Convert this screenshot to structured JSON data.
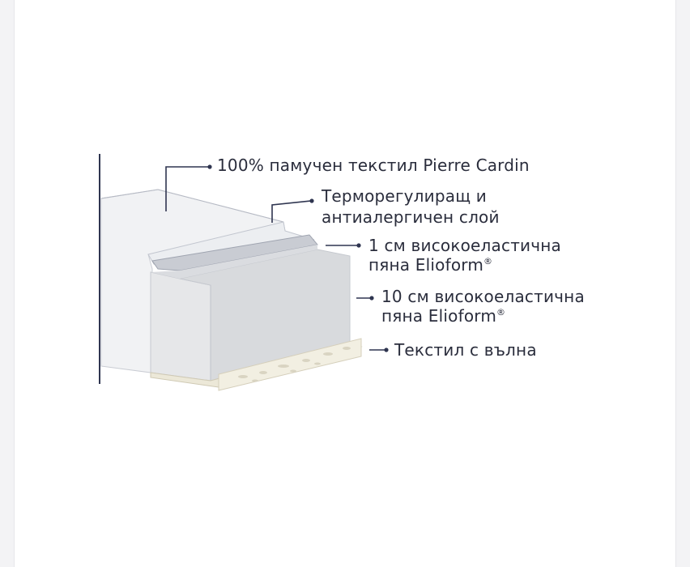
{
  "diagram": {
    "layers": [
      {
        "id": "cotton-textile",
        "lines": [
          "100% памучен текстил Pierre Cardin"
        ],
        "icon": "arrow-right"
      },
      {
        "id": "thermo-layer",
        "lines": [
          "Терморегулиращ и",
          "антиалергичен слой"
        ],
        "icon": "arrow-right"
      },
      {
        "id": "foam-1cm",
        "lines": [
          "1 см високоеластична",
          "пяна Elioform"
        ],
        "trademark": "®",
        "icon": "arrow-right"
      },
      {
        "id": "foam-10cm",
        "lines": [
          "10 см високоеластична",
          "пяна Elioform"
        ],
        "trademark": "®",
        "icon": "arrow-right"
      },
      {
        "id": "wool-textile",
        "lines": [
          "Текстил с вълна"
        ],
        "icon": "arrow-right"
      }
    ],
    "colors": {
      "line": "#2f3550",
      "text": "#2a2d3c",
      "cover": "#f1f2f4",
      "cover_edge": "#c9ccd3",
      "thermo": "#d7d9de",
      "thermo_dark": "#a9adb7",
      "foam_front": "#e6e7e9",
      "foam_side": "#d8dadd",
      "wool": "#f2efe2",
      "wool_spots": "#d9d4c2"
    }
  }
}
